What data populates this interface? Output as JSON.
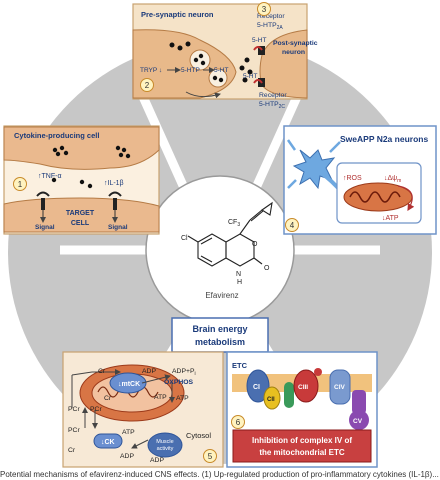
{
  "panel_top": {
    "number": "3",
    "number2": "2",
    "presynaptic": "Pre-synaptic neuron",
    "postsynaptic_1": "Post-synaptic",
    "postsynaptic_2": "neuron",
    "receptor_top_1": "Receptor",
    "receptor_top_2": "5-HTP",
    "receptor_top_sub": "2A",
    "ht5_top": "5-HT",
    "tryp": "TRYP",
    "htp": "5-HTP",
    "ht": "5-HT",
    "ht_right": "5-HT",
    "receptor_bottom_1": "Receptor",
    "receptor_bottom_2": "5-HTP",
    "receptor_bottom_sub": "2C"
  },
  "panel_left": {
    "number": "1",
    "title": "Cytokine-producing cell",
    "tnf": "TNF-α",
    "il": "IL-1β",
    "target_1": "TARGET",
    "target_2": "CELL",
    "signal_left": "Signal",
    "signal_right": "Signal"
  },
  "panel_right": {
    "number": "4",
    "title": "SweAPP N2a neurons",
    "ros": "ROS",
    "dpsi": "Δψ",
    "dpsi_sub": "m",
    "atp": "ATP"
  },
  "center": {
    "drug": "Efavirenz",
    "cf3": "CF",
    "cf3_sub": "3",
    "cl": "Cl",
    "o": "O",
    "n": "N",
    "h": "H",
    "o2": "O"
  },
  "banner": {
    "line1": "Brain energy",
    "line2": "metabolism"
  },
  "panel_bottom_left": {
    "number": "5",
    "cr": "Cr",
    "pcr1": "PCr",
    "pcr2": "PCr",
    "cr2": "Cr",
    "adp": "ADP",
    "adp_pi": "ADP+P",
    "adp_pi_sub": "i",
    "oxphos": "OXPHOS",
    "mtck": "mtCK",
    "atp1": "ATP",
    "atp2": "ATP",
    "pcr3": "PCr",
    "ck": "CK",
    "cr3": "Cr",
    "atp3": "ATP",
    "adp2": "ADP",
    "muscle_1": "Muscle",
    "muscle_2": "activity",
    "adp3": "ADP",
    "cytosol": "Cytosol"
  },
  "panel_bottom_right": {
    "number": "6",
    "etc": "ETC",
    "ci": "CI",
    "cii": "CII",
    "ciii": "CIII",
    "civ": "CIV",
    "cv": "CV",
    "inhibition_1": "Inhibition  of  complex IV of",
    "inhibition_2": "the mitochondrial  ETC"
  },
  "caption": "Potential mechanisms of efavirenz-induced CNS effects. (1) Up-regulated production of pro-inflammatory cytokines (IL-1β)..."
}
